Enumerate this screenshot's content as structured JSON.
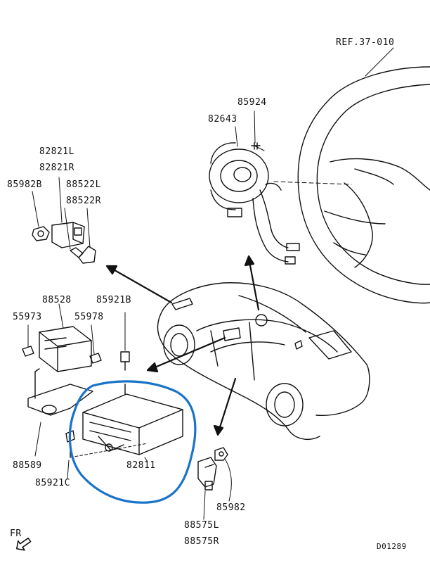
{
  "diagram": {
    "ref_label": "REF.37-010",
    "direction_label": "FR",
    "drawing_code": "D01289",
    "highlight_color": "#1a73c8",
    "part_labels": {
      "p82821l": "82821L",
      "p82821r": "82821R",
      "p85982b": "85982B",
      "p88522l": "88522L",
      "p88522r": "88522R",
      "p85924": "85924",
      "p82643": "82643",
      "p88528": "88528",
      "p55973": "55973",
      "p55978": "55978",
      "p85921b": "85921B",
      "p88589": "88589",
      "p85921c": "85921C",
      "p82811": "82811",
      "p85982": "85982",
      "p88575l": "88575L",
      "p88575r": "88575R"
    }
  }
}
